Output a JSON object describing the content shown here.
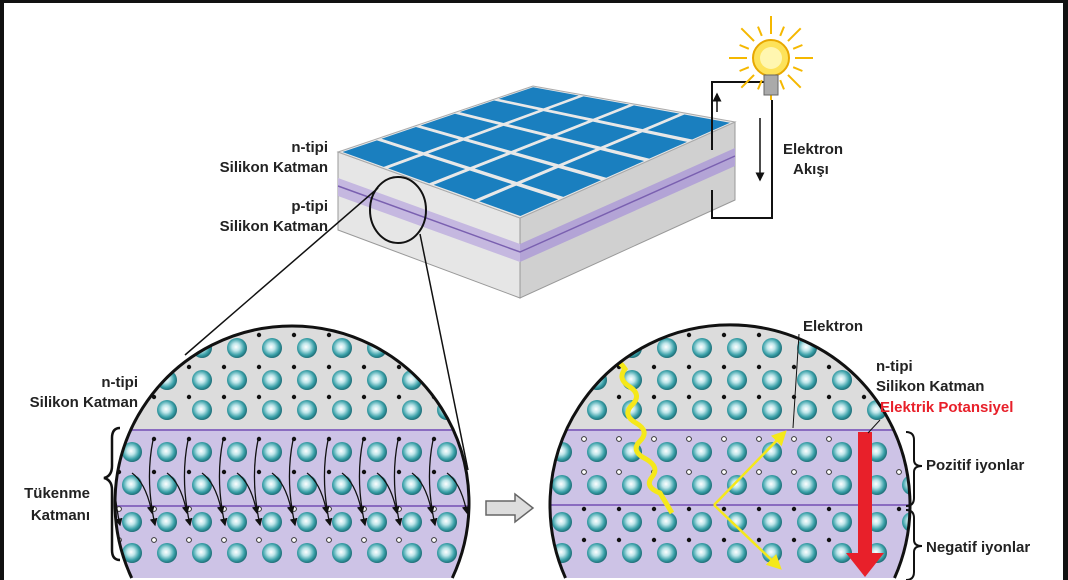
{
  "labels": {
    "panel_n_type_1": "n-tipi",
    "panel_n_type_2": "Silikon Katman",
    "panel_p_type_1": "p-tipi",
    "panel_p_type_2": "Silikon Katman",
    "electron_flow_1": "Elektron",
    "electron_flow_2": "Akışı",
    "left_n_type_1": "n-tipi",
    "left_n_type_2": "Silikon Katman",
    "depletion_1": "Tükenme",
    "depletion_2": "Katmanı",
    "electron": "Elektron",
    "right_n_type_1": "n-tipi",
    "right_n_type_2": "Silikon Katman",
    "electric_potential": "Elektrik Potansiyel",
    "positive_ions": "Pozitif iyonlar",
    "negative_ions": "Negatif iyonlar"
  },
  "colors": {
    "cell_blue": "#1a7fbf",
    "n_layer": "#dcdcdc",
    "p_layer": "#cdc3e6",
    "atom": "#3aa0a8",
    "photon": "#f5e81a",
    "potential": "#e8202a"
  }
}
